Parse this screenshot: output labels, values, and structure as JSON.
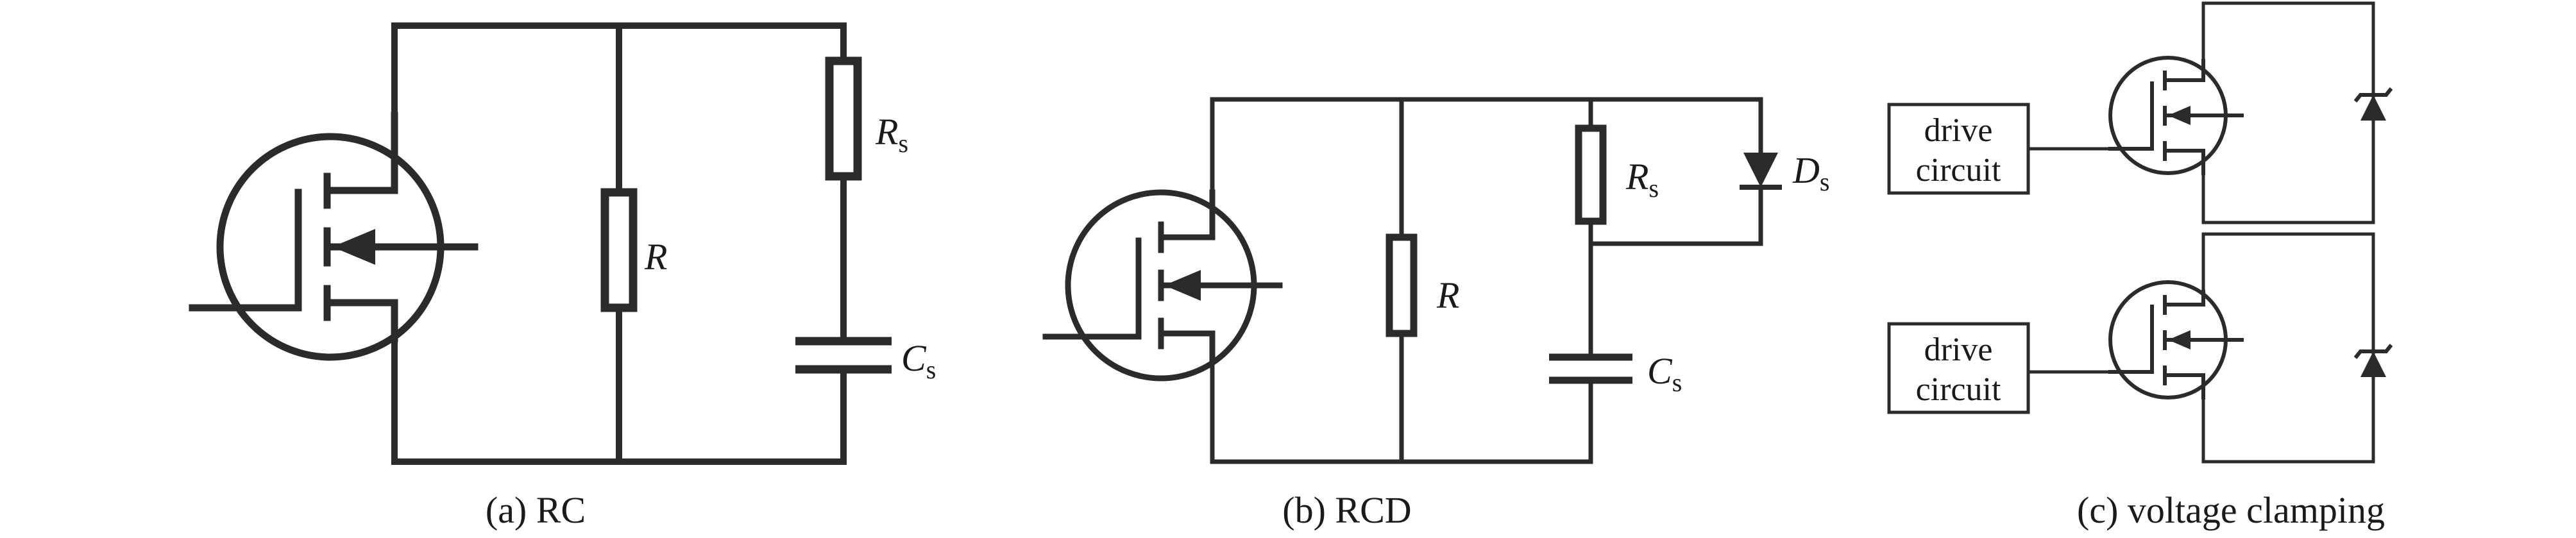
{
  "panels": [
    {
      "caption": "(a) RC",
      "labels": {
        "r": "R",
        "rs_main": "R",
        "rs_sub": "s",
        "cs_main": "C",
        "cs_sub": "s"
      }
    },
    {
      "caption": "(b) RCD",
      "labels": {
        "r": "R",
        "rs_main": "R",
        "rs_sub": "s",
        "ds_main": "D",
        "ds_sub": "s",
        "cs_main": "C",
        "cs_sub": "s"
      }
    },
    {
      "caption": "(c) voltage clamping",
      "drive_boxes": [
        {
          "line1": "drive",
          "line2": "circuit"
        },
        {
          "line1": "drive",
          "line2": "circuit"
        }
      ]
    }
  ],
  "colors": {
    "ink": "#2b2b2b",
    "background": "#ffffff"
  }
}
